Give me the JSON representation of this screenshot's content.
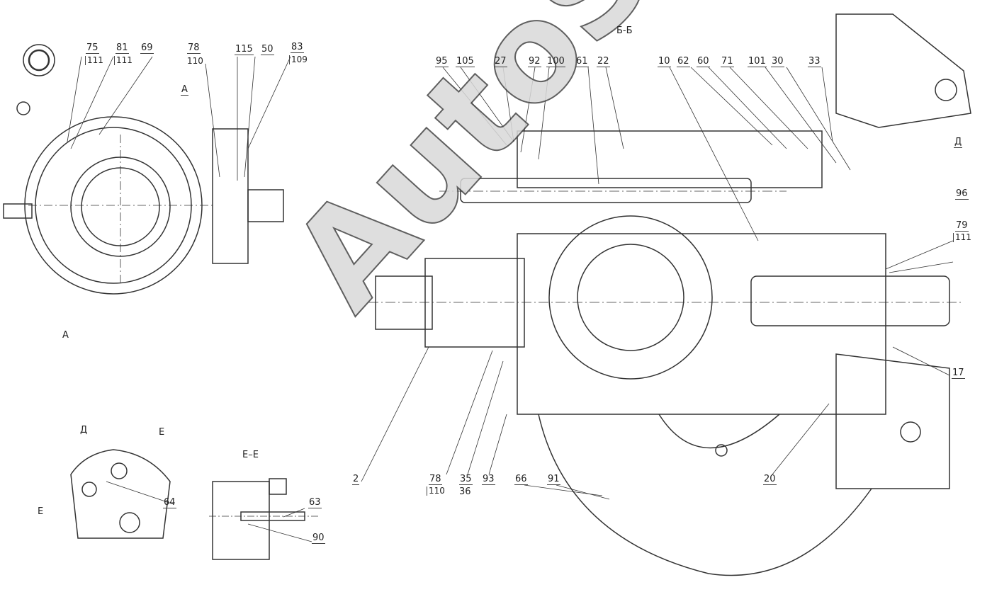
{
  "section_title": "Б-Б",
  "watermark": "AutoSoft",
  "view_labels": {
    "a_top": "А",
    "a_bottom": "А",
    "d_right": "Д",
    "d_view": "Д",
    "e_top": "Е",
    "e_left": "Е",
    "ee_title": "Е–Е"
  },
  "callouts_left": [
    {
      "num": "75",
      "sub": "111"
    },
    {
      "num": "81",
      "sub": "111"
    },
    {
      "num": "69"
    },
    {
      "num": "78",
      "sub": "110"
    },
    {
      "num": "115"
    },
    {
      "num": "50"
    },
    {
      "num": "83",
      "sub": "109"
    }
  ],
  "callouts_top": [
    "95",
    "105",
    "27",
    "92",
    "100",
    "61",
    "22",
    "10",
    "62",
    "60",
    "71",
    "101",
    "30",
    "33"
  ],
  "callouts_right": {
    "c96": "96",
    "c79": "79",
    "c79_sub": "111",
    "c17": "17",
    "c20": "20"
  },
  "callouts_bottom": {
    "c2": "2",
    "c78": "78",
    "c78_sub": "110",
    "c35": "35",
    "c35_sub": "36",
    "c93": "93",
    "c66": "66",
    "c91": "91"
  },
  "callouts_detail": {
    "c64": "64",
    "c63": "63",
    "c90": "90"
  }
}
